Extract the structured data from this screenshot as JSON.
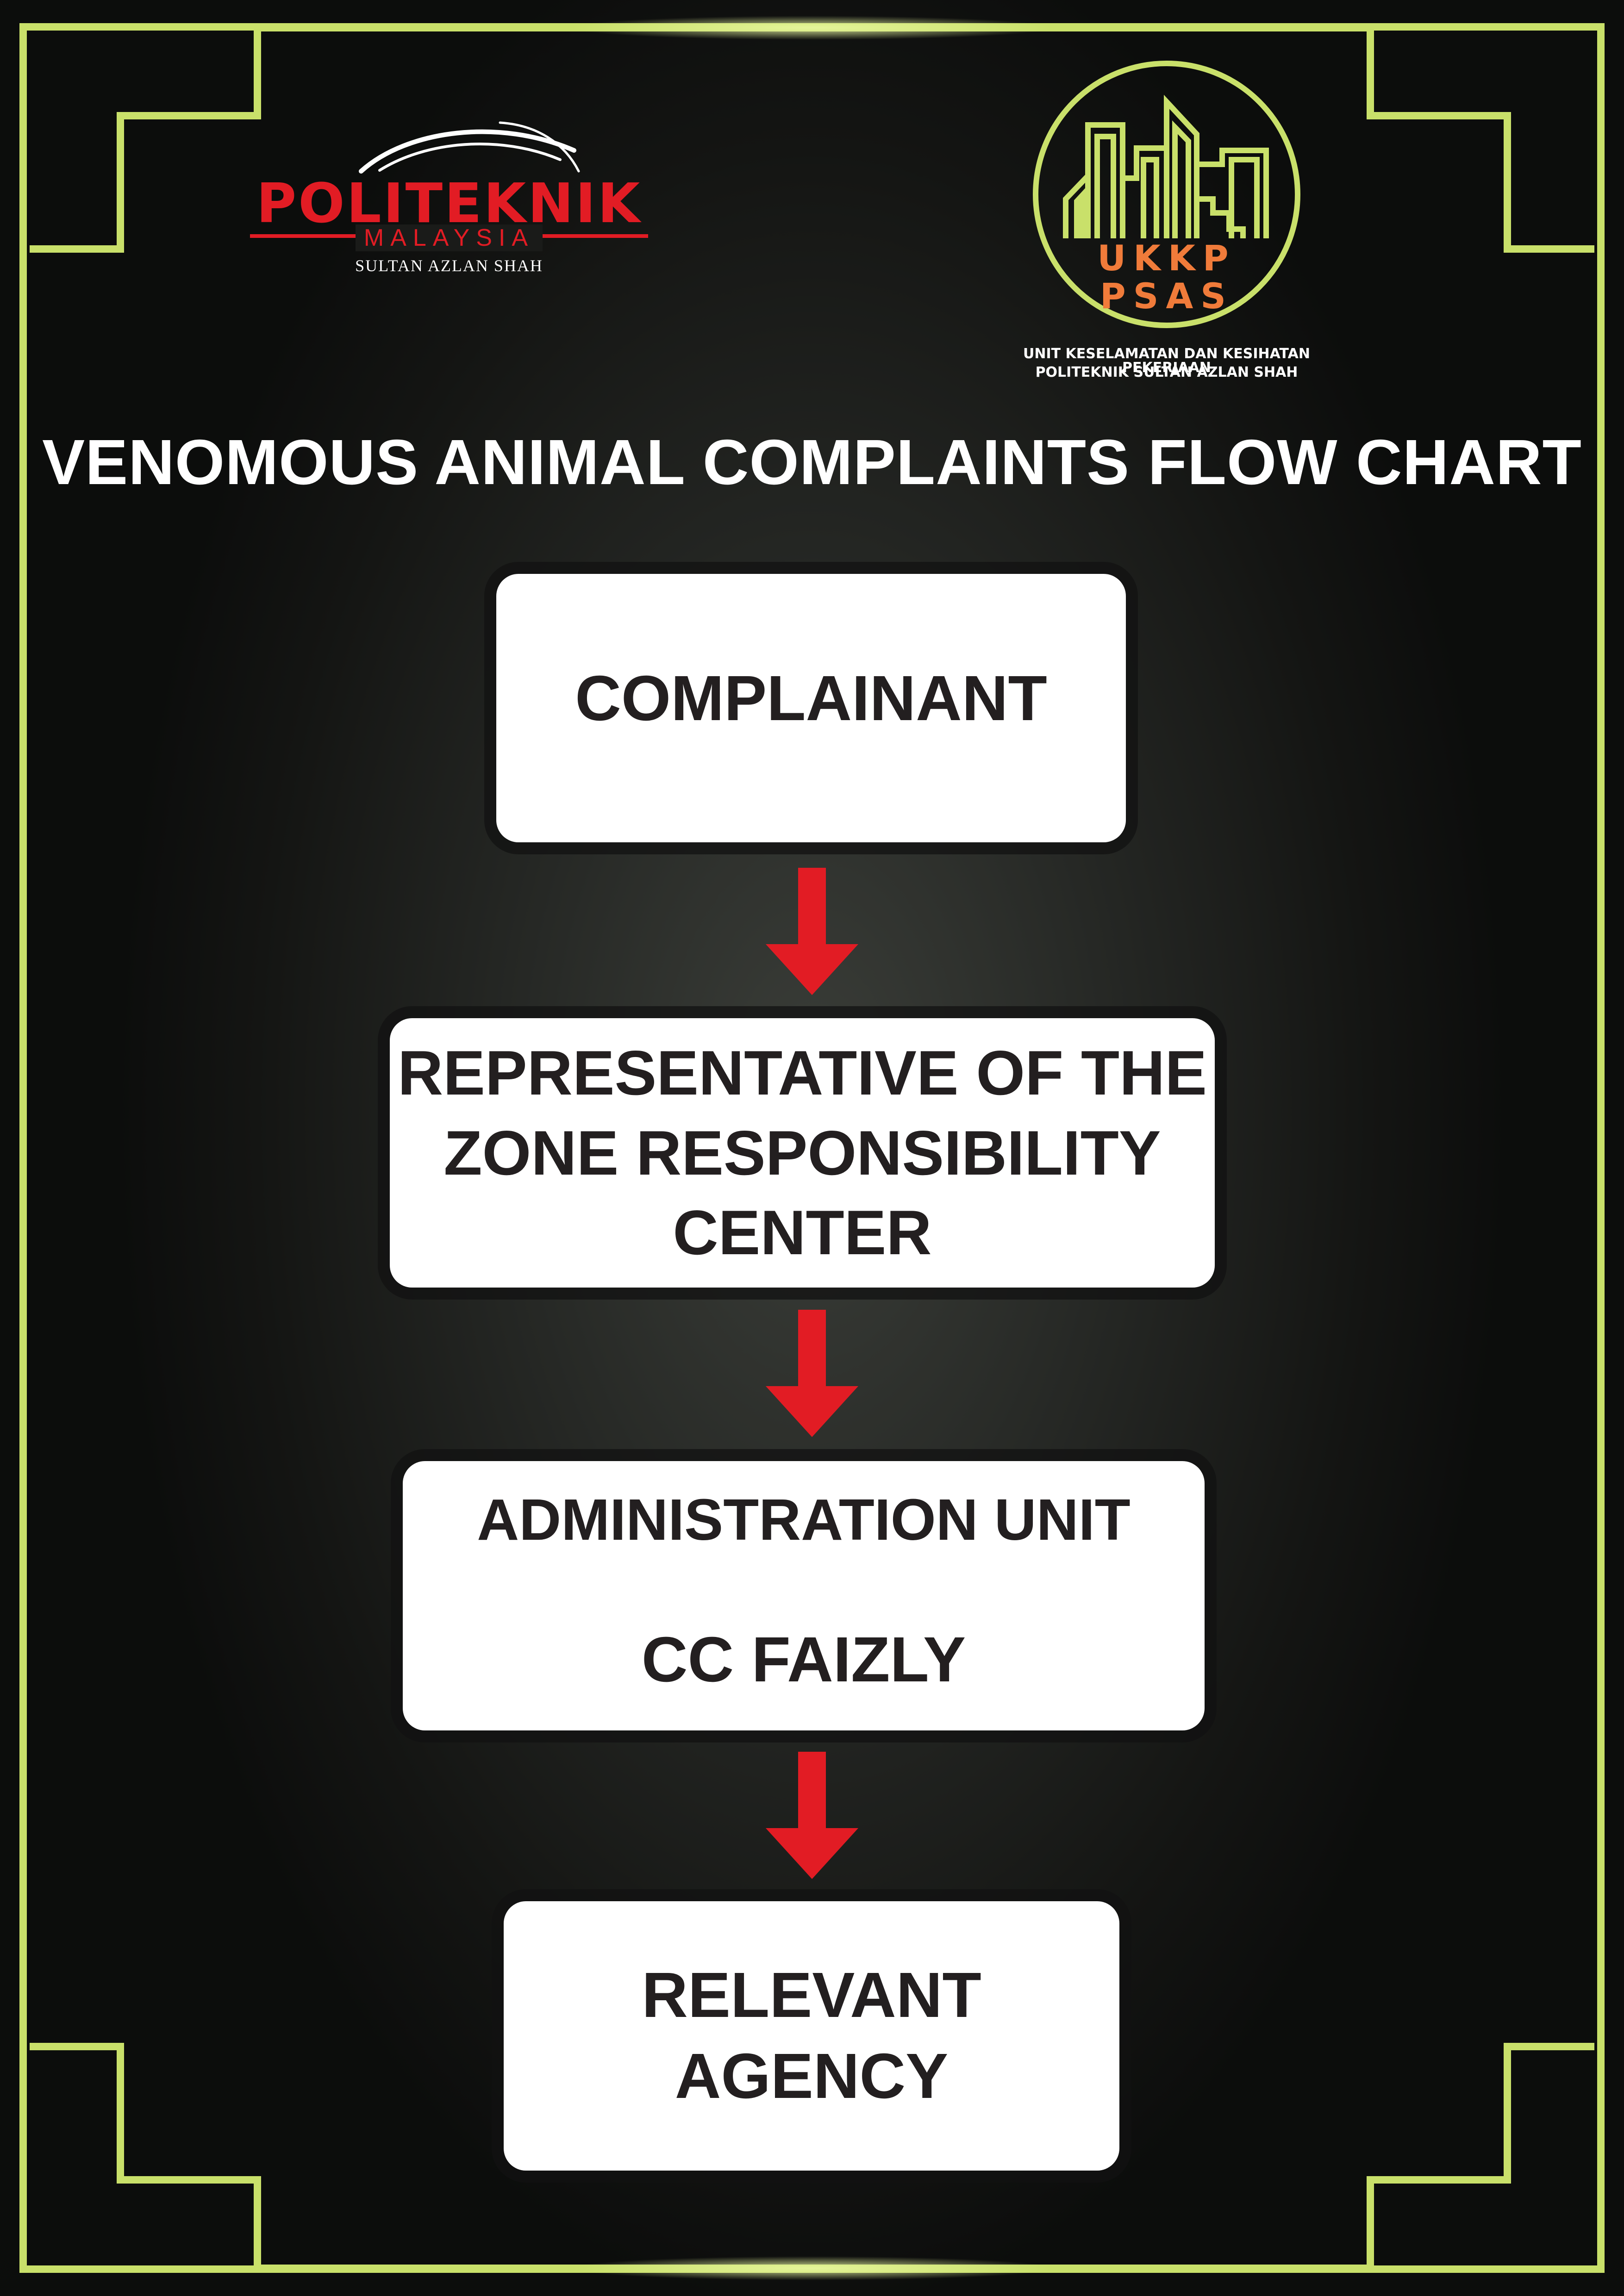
{
  "colors": {
    "frame_green": "#c9e06a",
    "arrow_red": "#e21c24",
    "box_fill": "#ffffff",
    "box_text": "#231f20",
    "title_text": "#ffffff",
    "ukkp_orange": "#f07b3a"
  },
  "logos": {
    "politeknik": {
      "name": "POLITEKNIK",
      "subname": "MALAYSIA",
      "campus": "SULTAN AZLAN SHAH"
    },
    "ukkp": {
      "line1": "UKKP",
      "line2": "PSAS",
      "caption_line1": "UNIT KESELAMATAN DAN KESIHATAN PEKERJAAN",
      "caption_line2": "POLITEKNIK SULTAN AZLAN SHAH"
    }
  },
  "title": "VENOMOUS ANIMAL COMPLAINTS FLOW CHART",
  "flow": {
    "steps": [
      {
        "lines": [
          "COMPLAINANT"
        ]
      },
      {
        "lines": [
          "REPRESENTATIVE OF THE",
          "ZONE RESPONSIBILITY",
          "CENTER"
        ]
      },
      {
        "lines": [
          "ADMINISTRATION UNIT",
          "CC FAIZLY"
        ]
      },
      {
        "lines": [
          "RELEVANT",
          "AGENCY"
        ]
      }
    ],
    "arrows": [
      "down-arrow",
      "down-arrow",
      "down-arrow"
    ]
  }
}
